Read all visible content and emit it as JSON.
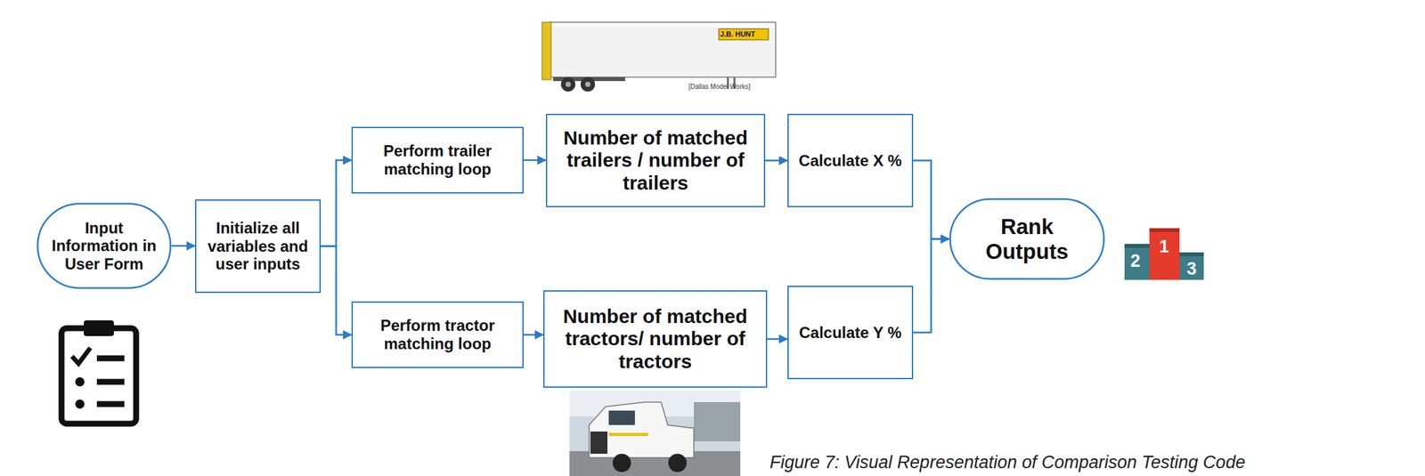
{
  "diagram": {
    "caption": "Figure 7: Visual Representation of Comparison Testing Code",
    "nodes": [
      {
        "text": [
          "Input Information in User Form"
        ]
      },
      {
        "text": [
          "Initialize all variables and user inputs"
        ]
      },
      {
        "text": [
          "Perform trailer matching loop"
        ]
      },
      {
        "text": [
          "Number of matched trailers / number of trailers"
        ]
      },
      {
        "text": [
          "Calculate X %"
        ]
      },
      {
        "text": [
          "Perform tractor matching loop"
        ]
      },
      {
        "text": [
          "Number of matched tractors/ number of tractors"
        ]
      },
      {
        "text": [
          "Calculate Y %"
        ]
      },
      {
        "text": [
          "Rank Outputs"
        ]
      }
    ],
    "edges": [
      {
        "from": 0,
        "to": 1,
        "arrow": "to"
      },
      {
        "from": 1,
        "to": 2,
        "arrow": "to"
      },
      {
        "from": 1,
        "to": 5,
        "arrow": "to"
      },
      {
        "from": 2,
        "to": 3,
        "arrow": "to"
      },
      {
        "from": 5,
        "to": 6,
        "arrow": "to"
      },
      {
        "from": 3,
        "to": 4,
        "arrow": "to"
      },
      {
        "from": 6,
        "to": 7,
        "arrow": "to"
      },
      {
        "from": 4,
        "to": 8,
        "arrow": "to"
      },
      {
        "from": 7,
        "to": 8,
        "arrow": "to"
      }
    ],
    "labels": [
      "J.B. HUNT",
      "[Dallas Model Works]",
      "2",
      "1",
      "3"
    ]
  }
}
